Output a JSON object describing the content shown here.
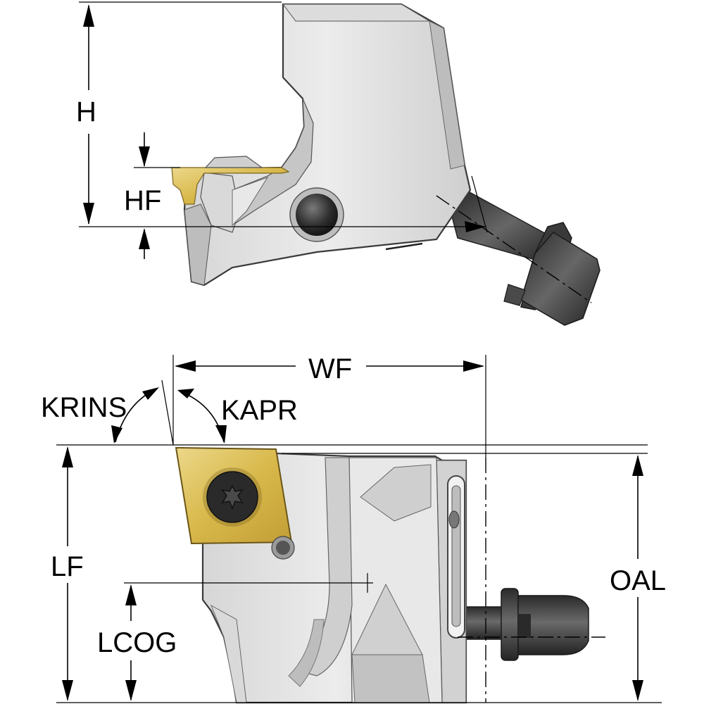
{
  "labels": {
    "h": "H",
    "hf": "HF",
    "wf": "WF",
    "krins": "KRINS",
    "kapr": "KAPR",
    "lf": "LF",
    "oal": "OAL",
    "lcog": "LCOG"
  },
  "colors": {
    "body_light": "#e4e4e4",
    "body_mid": "#c8c8c8",
    "body_dark": "#9a9a9a",
    "insert_gold": "#d8b84a",
    "insert_gold_light": "#ecd88a",
    "screw_dark": "#2b2b2b",
    "coolant_dark": "#3d3d3d"
  }
}
